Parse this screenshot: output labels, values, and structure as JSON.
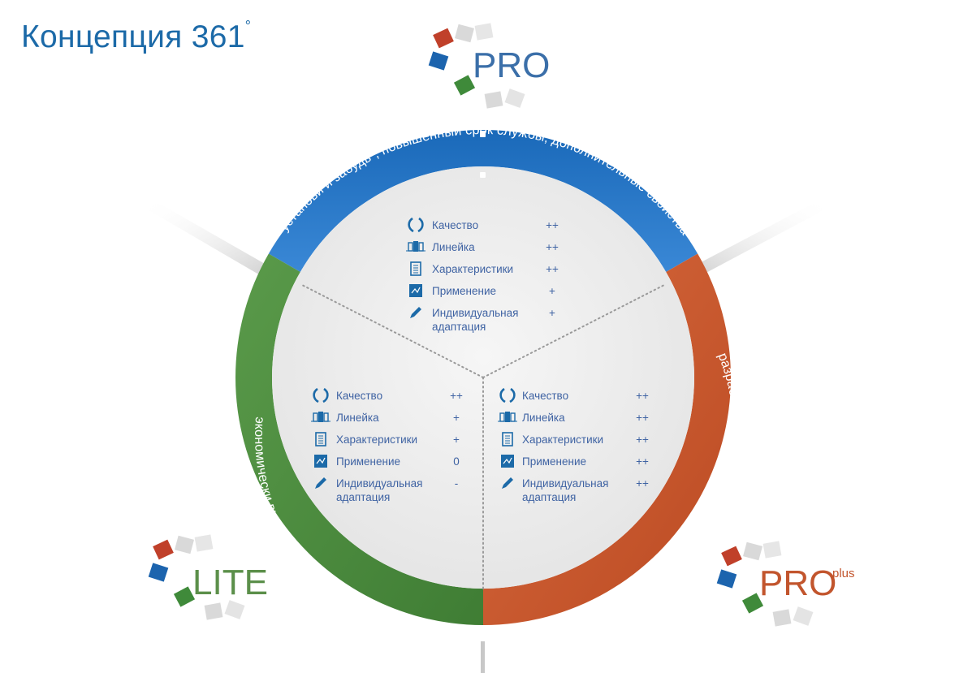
{
  "title": "Концепция 361",
  "title_sup": "°",
  "colors": {
    "title": "#1c6aa8",
    "pro": "#1f6fbe",
    "lite": "#4b8a3e",
    "proplus": "#c9552c",
    "inner_bg": "#efefef",
    "text_blue": "#3f63a3",
    "icon_blue": "#1c6aa8"
  },
  "logos": {
    "pro": "PRO",
    "lite": "LITE",
    "proplus": "PRO",
    "proplus_sup": "plus"
  },
  "ring_labels": {
    "pro": "\"установи и забудь\", повышенный срок службы, дополнительные свойства",
    "lite": "экономически выгодный выбор, отличное качество",
    "proplus": "разработка для специальных применений или требований клиента"
  },
  "panels": [
    {
      "id": "pro",
      "rows": [
        {
          "icon": "laurel-icon",
          "label": "Качество",
          "value": "++"
        },
        {
          "icon": "product-line-icon",
          "label": "Линейка",
          "value": "++"
        },
        {
          "icon": "datasheet-icon",
          "label": "Характеристики",
          "value": "++"
        },
        {
          "icon": "application-icon",
          "label": "Применение",
          "value": "+"
        },
        {
          "icon": "pencil-icon",
          "label": "Индивидуальная",
          "label2": "адаптация",
          "value": "+"
        }
      ]
    },
    {
      "id": "lite",
      "rows": [
        {
          "icon": "laurel-icon",
          "label": "Качество",
          "value": "++"
        },
        {
          "icon": "product-line-icon",
          "label": "Линейка",
          "value": "+"
        },
        {
          "icon": "datasheet-icon",
          "label": "Характеристики",
          "value": "+"
        },
        {
          "icon": "application-icon",
          "label": "Применение",
          "value": "0"
        },
        {
          "icon": "pencil-icon",
          "label": "Индивидуальная",
          "label2": "адаптация",
          "value": "-"
        }
      ]
    },
    {
      "id": "proplus",
      "rows": [
        {
          "icon": "laurel-icon",
          "label": "Качество",
          "value": "++"
        },
        {
          "icon": "product-line-icon",
          "label": "Линейка",
          "value": "++"
        },
        {
          "icon": "datasheet-icon",
          "label": "Характеристики",
          "value": "++"
        },
        {
          "icon": "application-icon",
          "label": "Применение",
          "value": "++"
        },
        {
          "icon": "pencil-icon",
          "label": "Индивидуальная",
          "label2": "адаптация",
          "value": "++"
        }
      ]
    }
  ]
}
